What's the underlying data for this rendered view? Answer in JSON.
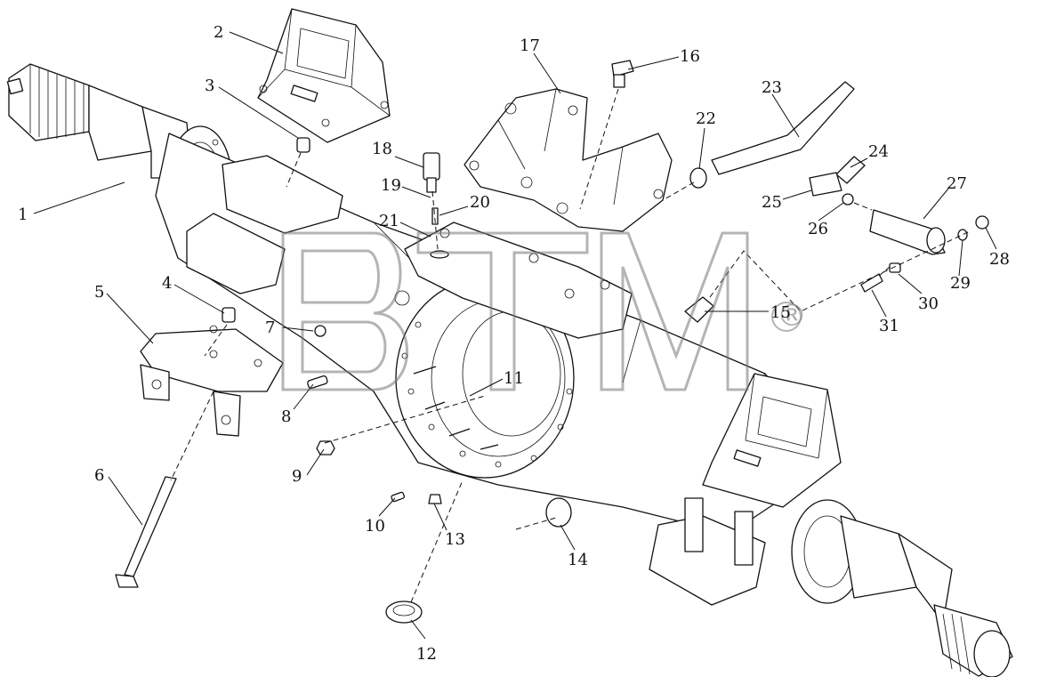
{
  "diagram": {
    "watermark": {
      "text": "BTM",
      "registered": "®"
    },
    "callouts": [
      {
        "id": 1,
        "label": "1"
      },
      {
        "id": 2,
        "label": "2"
      },
      {
        "id": 3,
        "label": "3"
      },
      {
        "id": 4,
        "label": "4"
      },
      {
        "id": 5,
        "label": "5"
      },
      {
        "id": 6,
        "label": "6"
      },
      {
        "id": 7,
        "label": "7"
      },
      {
        "id": 8,
        "label": "8"
      },
      {
        "id": 9,
        "label": "9"
      },
      {
        "id": 10,
        "label": "10"
      },
      {
        "id": 11,
        "label": "11"
      },
      {
        "id": 12,
        "label": "12"
      },
      {
        "id": 13,
        "label": "13"
      },
      {
        "id": 14,
        "label": "14"
      },
      {
        "id": 15,
        "label": "15"
      },
      {
        "id": 16,
        "label": "16"
      },
      {
        "id": 17,
        "label": "17"
      },
      {
        "id": 18,
        "label": "18"
      },
      {
        "id": 19,
        "label": "19"
      },
      {
        "id": 20,
        "label": "20"
      },
      {
        "id": 21,
        "label": "21"
      },
      {
        "id": 22,
        "label": "22"
      },
      {
        "id": 23,
        "label": "23"
      },
      {
        "id": 24,
        "label": "24"
      },
      {
        "id": 25,
        "label": "25"
      },
      {
        "id": 26,
        "label": "26"
      },
      {
        "id": 27,
        "label": "27"
      },
      {
        "id": 28,
        "label": "28"
      },
      {
        "id": 29,
        "label": "29"
      },
      {
        "id": 30,
        "label": "30"
      },
      {
        "id": 31,
        "label": "31"
      }
    ]
  }
}
